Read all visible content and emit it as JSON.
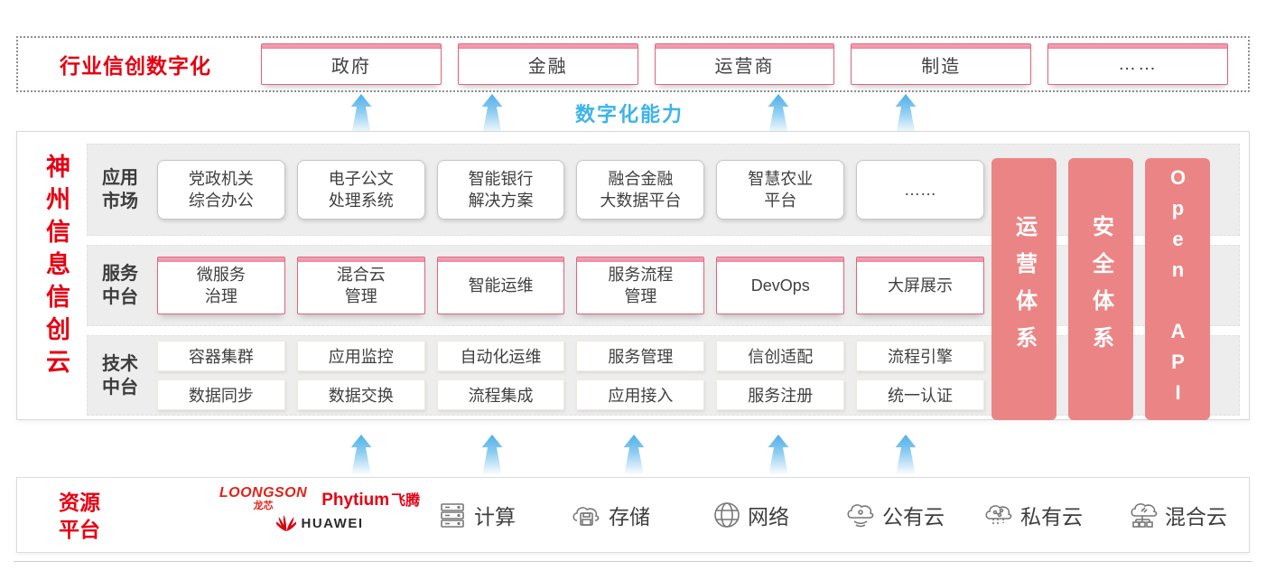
{
  "top_banner": {
    "title": "行业信创数字化",
    "industries": [
      {
        "label": "政府"
      },
      {
        "label": "金融"
      },
      {
        "label": "运营商"
      },
      {
        "label": "制造"
      },
      {
        "label": "……"
      }
    ]
  },
  "capability_label": "数字化能力",
  "platform": {
    "vertical_title": "神州信息信创云",
    "rows": [
      {
        "label": "应用市场",
        "items": [
          [
            "党政机关",
            "综合办公"
          ],
          [
            "电子公文",
            "处理系统"
          ],
          [
            "智能银行",
            "解决方案"
          ],
          [
            "融合金融",
            "大数据平台"
          ],
          [
            "智慧农业",
            "平台"
          ],
          [
            "……"
          ]
        ]
      },
      {
        "label": "服务中台",
        "items": [
          [
            "微服务",
            "治理"
          ],
          [
            "混合云",
            "管理"
          ],
          [
            "智能运维"
          ],
          [
            "服务流程",
            "管理"
          ],
          [
            "DevOps"
          ],
          [
            "大屏展示"
          ]
        ]
      },
      {
        "label": "技术中台",
        "grid": [
          [
            "容器集群",
            "应用监控",
            "自动化运维",
            "服务管理",
            "信创适配",
            "流程引擎"
          ],
          [
            "数据同步",
            "数据交换",
            "流程集成",
            "应用接入",
            "服务注册",
            "统一认证"
          ]
        ]
      }
    ],
    "pillars": [
      {
        "label": "运营体系"
      },
      {
        "label": "安全体系"
      },
      {
        "label": "Open API"
      }
    ]
  },
  "resources": {
    "title": "资源平台",
    "vendors": {
      "loongson_en": "LOONGSON",
      "loongson_cn": "龙芯",
      "phytium_en": "Phytium",
      "phytium_cn": "飞腾",
      "huawei": "HUAWEI"
    },
    "items": [
      {
        "icon": "compute-server-icon",
        "label": "计算"
      },
      {
        "icon": "storage-cloud-icon",
        "label": "存储"
      },
      {
        "icon": "network-globe-icon",
        "label": "网络"
      },
      {
        "icon": "public-cloud-icon",
        "label": "公有云"
      },
      {
        "icon": "private-cloud-icon",
        "label": "私有云"
      },
      {
        "icon": "hybrid-cloud-icon",
        "label": "混合云"
      }
    ]
  },
  "colors": {
    "accent_red": "#e60012",
    "pillar_pink": "#eb8585",
    "capability_blue": "#3eb3ea",
    "box_border_red": "#e0647e",
    "row_gray": "#ededed"
  }
}
